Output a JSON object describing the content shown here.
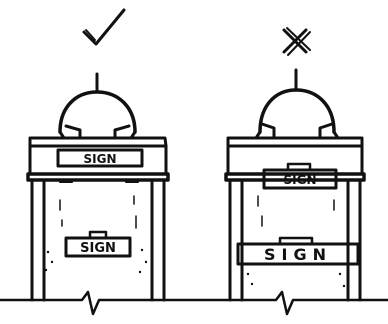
{
  "left_panel": {
    "verdict_mark": "checkmark-icon",
    "sign_top_text": "SIGN",
    "sign_bottom_text": "SIGN"
  },
  "right_panel": {
    "verdict_mark": "x-mark-icon",
    "sign_top_text": "SIGN",
    "sign_bottom_text": "SIGN"
  }
}
